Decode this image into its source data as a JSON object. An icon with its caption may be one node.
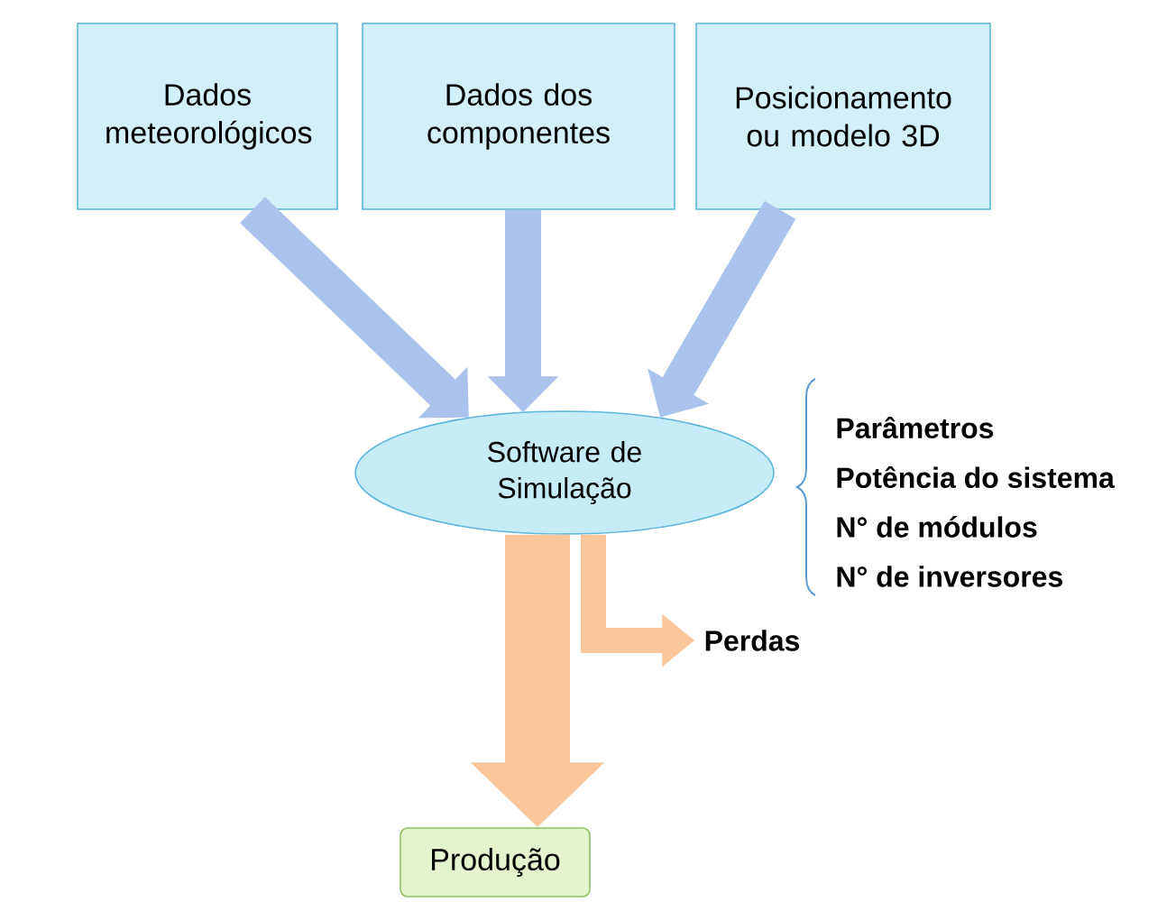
{
  "diagram": {
    "nodes": [
      {
        "text": [
          "Dados meteorológicos"
        ]
      },
      {
        "text": [
          "Dados dos componentes"
        ]
      },
      {
        "text": [
          "Posicionamento ou modelo 3D"
        ]
      },
      {
        "text": [
          "Software de Simulação"
        ]
      },
      {
        "text": [
          "Perdas"
        ]
      },
      {
        "text": [
          "Produção"
        ]
      }
    ],
    "edges": [
      {
        "from": 0,
        "to": 3,
        "arrow": "to"
      },
      {
        "from": 1,
        "to": 3,
        "arrow": "to"
      },
      {
        "from": 2,
        "to": 3,
        "arrow": "to"
      },
      {
        "from": 3,
        "to": 4,
        "arrow": "to",
        "color": "#f9c79b"
      },
      {
        "from": 3,
        "to": 5,
        "arrow": "to",
        "style": "thick",
        "color": "#f9c79b"
      }
    ],
    "labels": [
      "Parâmetros",
      "Potência do sistema",
      "N° de módulos",
      "N° de inversores"
    ]
  }
}
